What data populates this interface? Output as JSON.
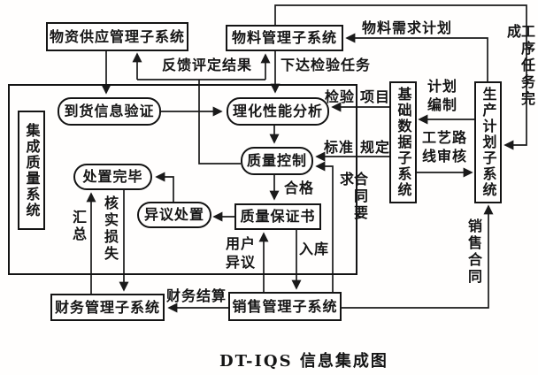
{
  "title": "DT-IQS 信息集成图",
  "colors": {
    "ink": "#1a1a1a",
    "background": "#fffefd"
  },
  "nodes": {
    "supply": "物资供应管理子系统",
    "material": "物料管理子系统",
    "integrated_quality": "集成质量系统",
    "arrival_verify": "到货信息验证",
    "phys_chem_analysis": "理化性能分析",
    "quality_control": "质量控制",
    "quality_cert": "质量保证书",
    "objection_handle": "异议处置",
    "disposal_done": "处置完毕",
    "finance": "财务管理子系统",
    "sales": "销售管理子系统",
    "basic_data": "基础数据子系统",
    "prod_plan": "生产计划子系统"
  },
  "labels": {
    "material_req_plan": "物料需求计划",
    "process_task_done": "工序任务完成",
    "feedback_result": "反馈评定结果",
    "issue_inspect_task": "下达检验任务",
    "plan_compile": "计划\n编制",
    "process_route_review": "工艺路\n线审核",
    "inspect": "检验",
    "items": "项目",
    "standard": "标准",
    "stipulate": "规定",
    "contract_req": "合同要求",
    "qualified": "合格",
    "warehousing": "入库",
    "user_objection": "用户\n异议",
    "summarize": "汇总",
    "verify_loss": "核实损失",
    "financial_settlement": "财务结算",
    "sales_contract": "销售合同"
  }
}
